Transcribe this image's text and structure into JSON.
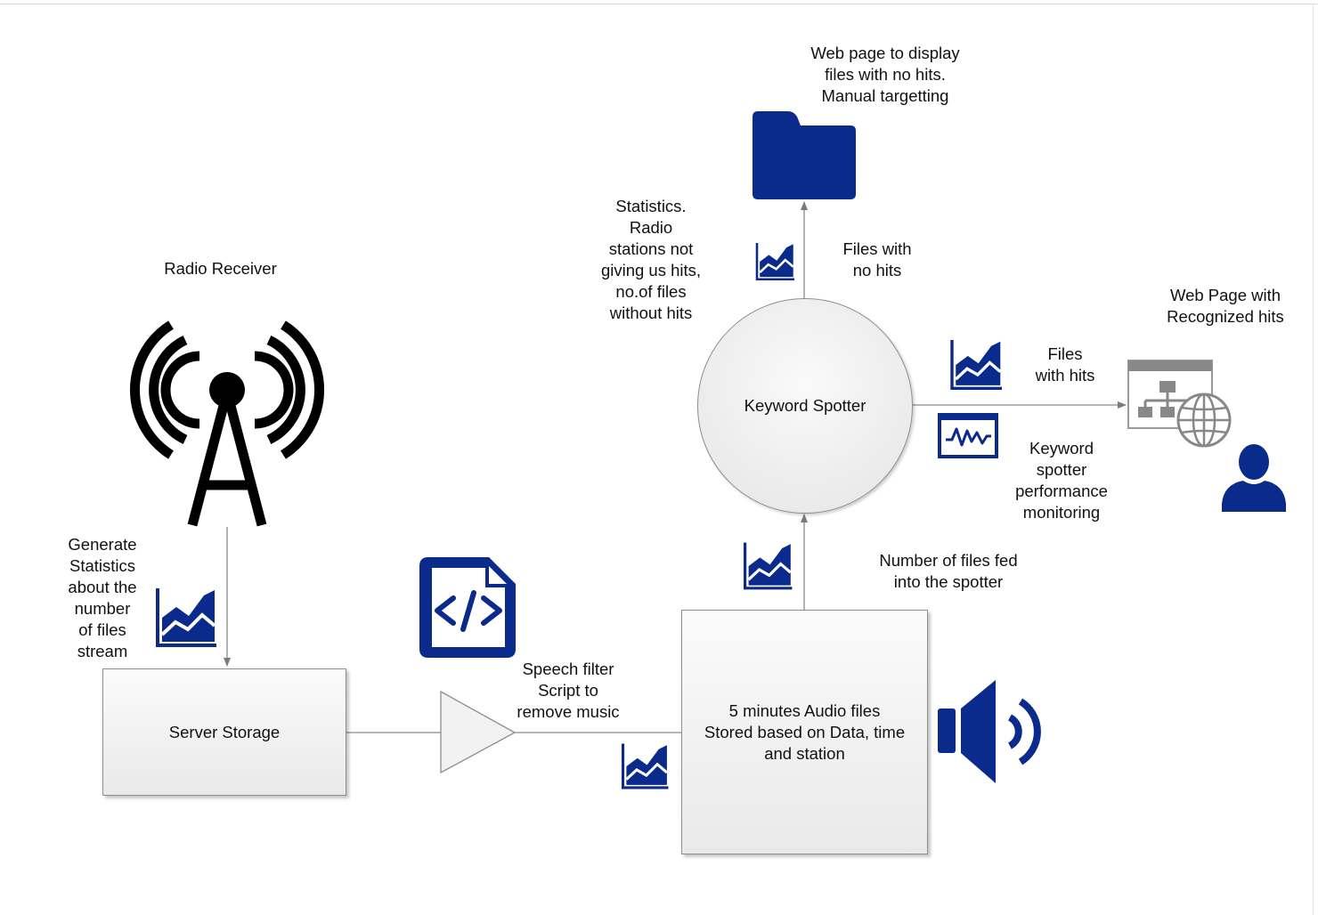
{
  "labels": {
    "radio_receiver": "Radio Receiver",
    "generate_stats": "Generate\nStatistics\nabout the\nnumber\nof files\nstream",
    "speech_filter": "Speech filter\nScript to\nremove music",
    "num_files_fed": "Number of files fed\ninto the spotter",
    "statistics_radio": "Statistics.\nRadio\nstations not\ngiving us hits,\nno.of files\nwithout hits",
    "web_page_no_hits": "Web page to display\nfiles with no hits.\nManual targetting",
    "files_no_hits": "Files with\nno hits",
    "web_page_hits": "Web Page   with\nRecognized hits",
    "files_with_hits": "Files\nwith hits",
    "perf_monitoring": "Keyword\nspotter\nperformance\nmonitoring"
  },
  "nodes": {
    "server_storage": "Server Storage",
    "audio_files": "5 minutes Audio files\nStored based on Data, time\nand station",
    "keyword_spotter": "Keyword Spotter"
  },
  "icons": [
    "radio-tower-icon",
    "chart-icon",
    "code-file-icon",
    "amplifier-icon",
    "speaker-icon",
    "folder-icon",
    "monitor-waveform-icon",
    "sitemap-globe-icon",
    "user-icon"
  ],
  "colors": {
    "accent": "#0a2a8c",
    "line": "#8a8a8a",
    "node_fill": "#efefef"
  }
}
